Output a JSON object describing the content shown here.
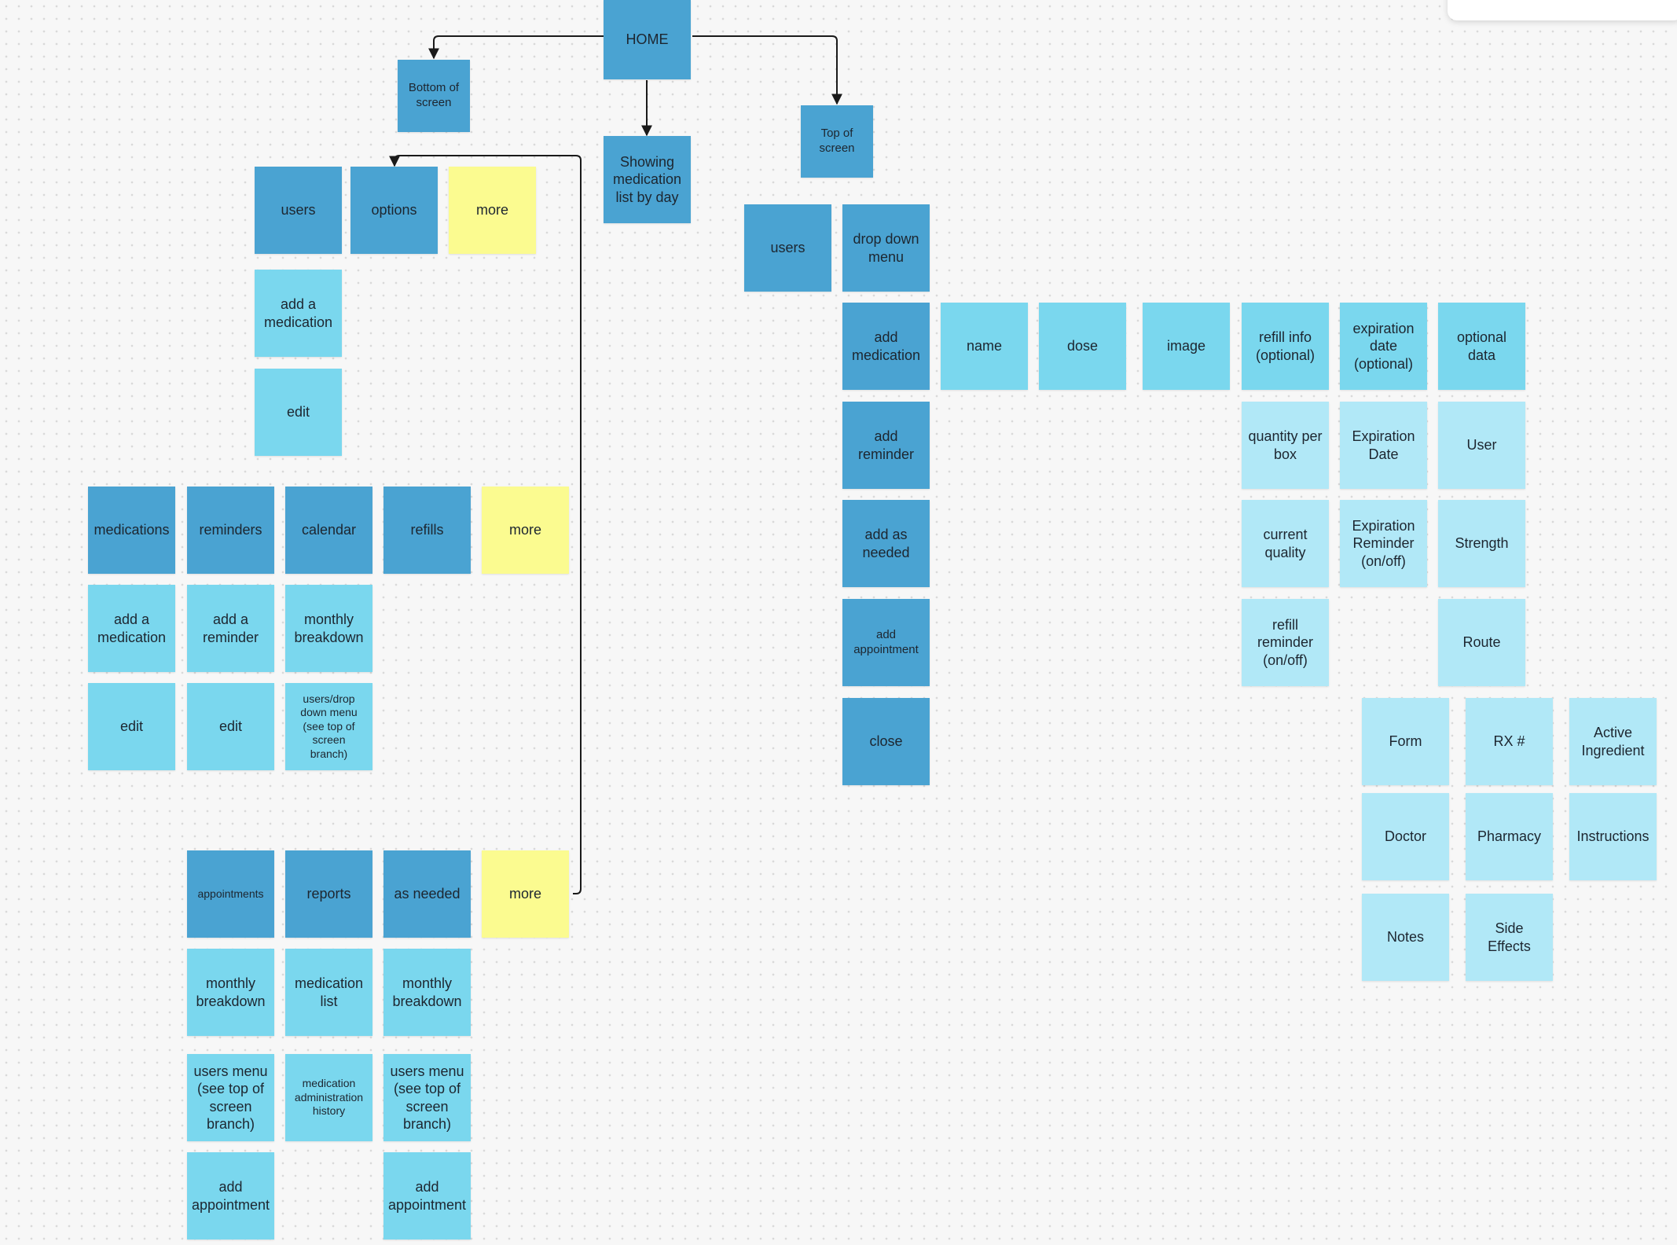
{
  "colors": {
    "primary": "#4aa3d2",
    "secondary": "#7ad7ee",
    "tertiary": "#b1e8f7",
    "highlight": "#fbfb90",
    "connector": "#1a1a1a"
  },
  "notes": [
    {
      "id": "home",
      "label": "HOME",
      "color": "primary"
    },
    {
      "id": "bottom-of-screen",
      "label": "Bottom of\nscreen",
      "color": "primary"
    },
    {
      "id": "showing-medication-list",
      "label": "Showing\nmedication\nlist by day",
      "color": "primary"
    },
    {
      "id": "top-of-screen",
      "label": "Top of\nscreen",
      "color": "primary"
    },
    {
      "id": "bottom-users",
      "label": "users",
      "color": "primary"
    },
    {
      "id": "bottom-options",
      "label": "options",
      "color": "primary"
    },
    {
      "id": "bottom-more-1",
      "label": "more",
      "color": "highlight"
    },
    {
      "id": "bottom-add-medication",
      "label": "add a\nmedication",
      "color": "secondary"
    },
    {
      "id": "bottom-edit",
      "label": "edit",
      "color": "secondary"
    },
    {
      "id": "medications",
      "label": "medications",
      "color": "primary"
    },
    {
      "id": "reminders",
      "label": "reminders",
      "color": "primary"
    },
    {
      "id": "calendar",
      "label": "calendar",
      "color": "primary"
    },
    {
      "id": "refills",
      "label": "refills",
      "color": "primary"
    },
    {
      "id": "more-2",
      "label": "more",
      "color": "highlight"
    },
    {
      "id": "medications-add",
      "label": "add a\nmedication",
      "color": "secondary"
    },
    {
      "id": "reminders-add",
      "label": "add a\nreminder",
      "color": "secondary"
    },
    {
      "id": "calendar-monthly",
      "label": "monthly\nbreakdown",
      "color": "secondary"
    },
    {
      "id": "medications-edit",
      "label": "edit",
      "color": "secondary"
    },
    {
      "id": "reminders-edit",
      "label": "edit",
      "color": "secondary"
    },
    {
      "id": "calendar-users",
      "label": "users/drop\ndown menu\n(see top of\nscreen\nbranch)",
      "color": "secondary"
    },
    {
      "id": "appointments",
      "label": "appointments",
      "color": "primary"
    },
    {
      "id": "reports",
      "label": "reports",
      "color": "primary"
    },
    {
      "id": "as-needed",
      "label": "as needed",
      "color": "primary"
    },
    {
      "id": "more-3",
      "label": "more",
      "color": "highlight"
    },
    {
      "id": "appointments-monthly",
      "label": "monthly\nbreakdown",
      "color": "secondary"
    },
    {
      "id": "reports-medication-list",
      "label": "medication\nlist",
      "color": "secondary"
    },
    {
      "id": "as-needed-monthly",
      "label": "monthly\nbreakdown",
      "color": "secondary"
    },
    {
      "id": "appointments-users-menu",
      "label": "users menu\n(see top of\nscreen\nbranch)",
      "color": "secondary"
    },
    {
      "id": "reports-admin-history",
      "label": "medication\nadministration\nhistory",
      "color": "secondary"
    },
    {
      "id": "as-needed-users-menu",
      "label": "users menu\n(see top of\nscreen\nbranch)",
      "color": "secondary"
    },
    {
      "id": "appointments-add",
      "label": "add\nappointment",
      "color": "secondary"
    },
    {
      "id": "as-needed-add",
      "label": "add\nappointment",
      "color": "secondary"
    },
    {
      "id": "top-users",
      "label": "users",
      "color": "primary"
    },
    {
      "id": "drop-down-menu",
      "label": "drop down\nmenu",
      "color": "primary"
    },
    {
      "id": "add-medication",
      "label": "add\nmedication",
      "color": "primary"
    },
    {
      "id": "add-reminder",
      "label": "add\nreminder",
      "color": "primary"
    },
    {
      "id": "add-as-needed",
      "label": "add as\nneeded",
      "color": "primary"
    },
    {
      "id": "add-appointment",
      "label": "add\nappointment",
      "color": "primary"
    },
    {
      "id": "close",
      "label": "close",
      "color": "primary"
    },
    {
      "id": "name",
      "label": "name",
      "color": "secondary"
    },
    {
      "id": "dose",
      "label": "dose",
      "color": "secondary"
    },
    {
      "id": "image",
      "label": "image",
      "color": "secondary"
    },
    {
      "id": "refill-info",
      "label": "refill info\n(optional)",
      "color": "secondary"
    },
    {
      "id": "expiration-date-optional",
      "label": "expiration\ndate\n(optional)",
      "color": "secondary"
    },
    {
      "id": "optional-data",
      "label": "optional\ndata",
      "color": "secondary"
    },
    {
      "id": "quantity-per-box",
      "label": "quantity per\nbox",
      "color": "tertiary"
    },
    {
      "id": "current-quality",
      "label": "current\nquality",
      "color": "tertiary"
    },
    {
      "id": "refill-reminder",
      "label": "refill\nreminder\n(on/off)",
      "color": "tertiary"
    },
    {
      "id": "expiration-date",
      "label": "Expiration\nDate",
      "color": "tertiary"
    },
    {
      "id": "expiration-reminder",
      "label": "Expiration\nReminder\n(on/off)",
      "color": "tertiary"
    },
    {
      "id": "user",
      "label": "User",
      "color": "tertiary"
    },
    {
      "id": "strength",
      "label": "Strength",
      "color": "tertiary"
    },
    {
      "id": "route",
      "label": "Route",
      "color": "tertiary"
    },
    {
      "id": "form",
      "label": "Form",
      "color": "tertiary"
    },
    {
      "id": "rx-number",
      "label": "RX #",
      "color": "tertiary"
    },
    {
      "id": "active-ingredient",
      "label": "Active\nIngredient",
      "color": "tertiary"
    },
    {
      "id": "doctor",
      "label": "Doctor",
      "color": "tertiary"
    },
    {
      "id": "pharmacy",
      "label": "Pharmacy",
      "color": "tertiary"
    },
    {
      "id": "instructions",
      "label": "Instructions",
      "color": "tertiary"
    },
    {
      "id": "notes",
      "label": "Notes",
      "color": "tertiary"
    },
    {
      "id": "side-effects",
      "label": "Side Effects",
      "color": "tertiary"
    }
  ]
}
